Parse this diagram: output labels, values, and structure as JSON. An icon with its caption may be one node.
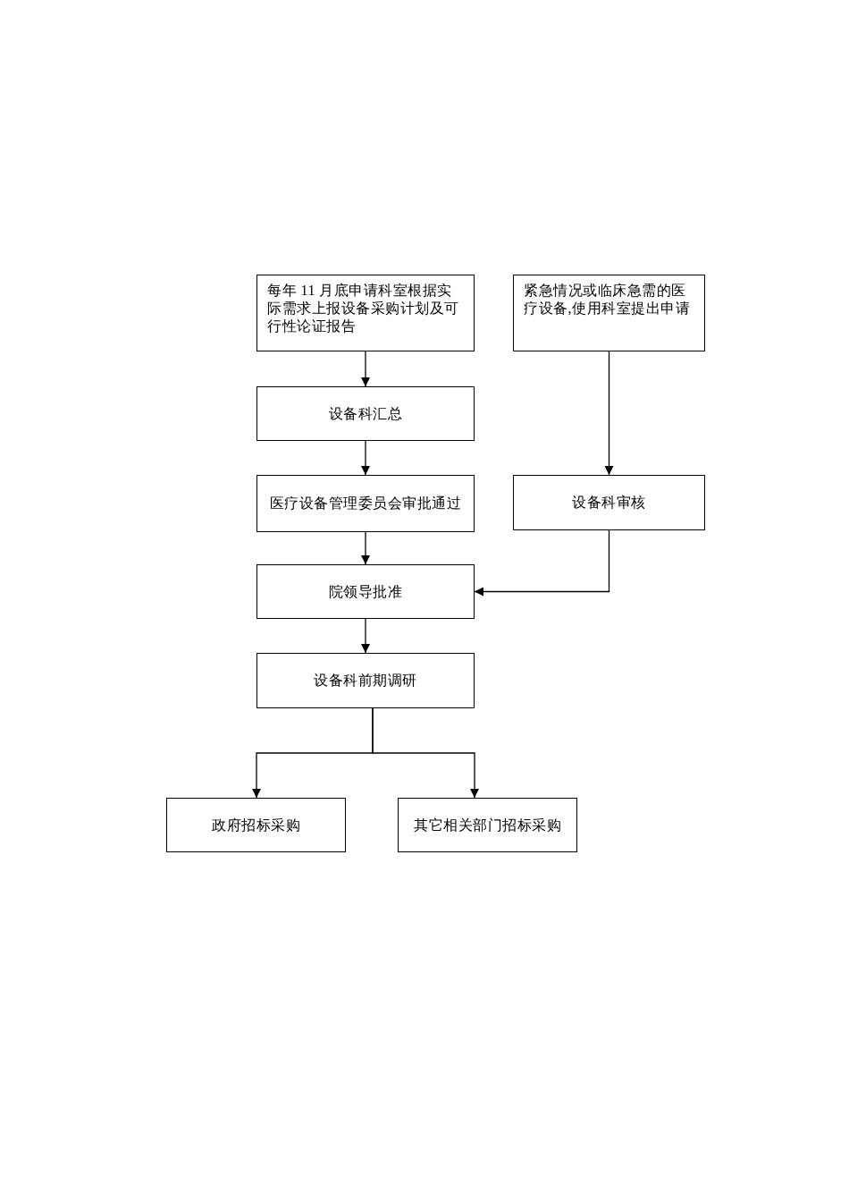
{
  "diagram": {
    "nodes": [
      {
        "text": [
          "每年 11 月底申请科室根据实际需求上报设备采购计划及可行性论证报告"
        ]
      },
      {
        "text": [
          "紧急情况或临床急需的医疗设备,使用科室提出申请"
        ]
      },
      {
        "text": [
          "设备科汇总"
        ]
      },
      {
        "text": [
          "医疗设备管理委员会审批通过"
        ]
      },
      {
        "text": [
          "设备科审核"
        ]
      },
      {
        "text": [
          "院领导批准"
        ]
      },
      {
        "text": [
          "设备科前期调研"
        ]
      },
      {
        "text": [
          "政府招标采购"
        ]
      },
      {
        "text": [
          "其它相关部门招标采购"
        ]
      }
    ],
    "edges": [
      {
        "from": 0,
        "to": 2,
        "arrow": "to"
      },
      {
        "from": 2,
        "to": 3,
        "arrow": "to"
      },
      {
        "from": 3,
        "to": 5,
        "arrow": "to"
      },
      {
        "from": 1,
        "to": 4,
        "arrow": "to"
      },
      {
        "from": 4,
        "to": 5,
        "arrow": "to"
      },
      {
        "from": 5,
        "to": 6,
        "arrow": "to"
      },
      {
        "from": 6,
        "to": 7,
        "arrow": "to"
      },
      {
        "from": 6,
        "to": 8,
        "arrow": "to"
      }
    ]
  }
}
